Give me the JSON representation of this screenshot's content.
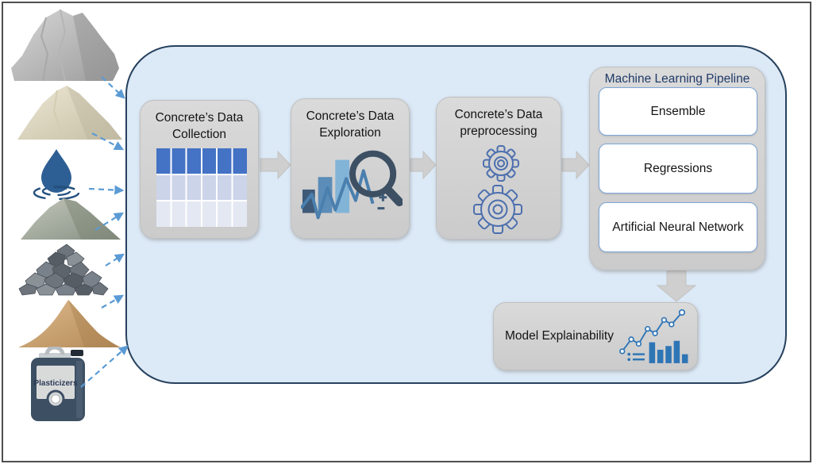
{
  "colors": {
    "canvas_bg": "#ffffff",
    "frame_border": "#4f4f4f",
    "container_fill": "#dce9f6",
    "container_border": "#26415e",
    "step_box_gray": "#d3d3d3",
    "block_arrow_gray": "#cfcfcf",
    "title_navy": "#1f3a68",
    "table_header_blue": "#4472c4",
    "table_row_light": "#ccd4e9",
    "table_row_lighter": "#e4e8f3",
    "dashed_arrow_blue": "#5b9bd5",
    "icon_steel_blue": "#2e75b6",
    "gear_blue": "#4c6fae",
    "water_blue": "#2e5f94",
    "jug_body_navy": "#3d4f63"
  },
  "ingredients": {
    "items": [
      {
        "icon": "cement-powder-pile-image"
      },
      {
        "icon": "fly-ash-powder-pile-image"
      },
      {
        "icon": "water-drop-icon"
      },
      {
        "icon": "slag-powder-pile-image"
      },
      {
        "icon": "coarse-aggregate-gravel-image"
      },
      {
        "icon": "fine-aggregate-sand-image"
      },
      {
        "icon": "plasticizers-jug-image",
        "label": "Plasticizers"
      }
    ]
  },
  "flow": {
    "steps": [
      {
        "label": "Concrete’s Data\nCollection",
        "icon": "data-table-icon"
      },
      {
        "label": "Concrete’s Data\nExploration",
        "icon": "bar-chart-magnifier-icon"
      },
      {
        "label": "Concrete’s Data\npreprocessing",
        "icon": "gears-icon"
      }
    ],
    "ml_pipeline": {
      "title": "Machine Learning Pipeline",
      "models": [
        {
          "label": "Ensemble"
        },
        {
          "label": "Regressions"
        },
        {
          "label": "Artificial Neural Network"
        }
      ]
    },
    "explainability": {
      "label": "Model Explainability",
      "icon": "line-and-bar-chart-icon"
    }
  }
}
